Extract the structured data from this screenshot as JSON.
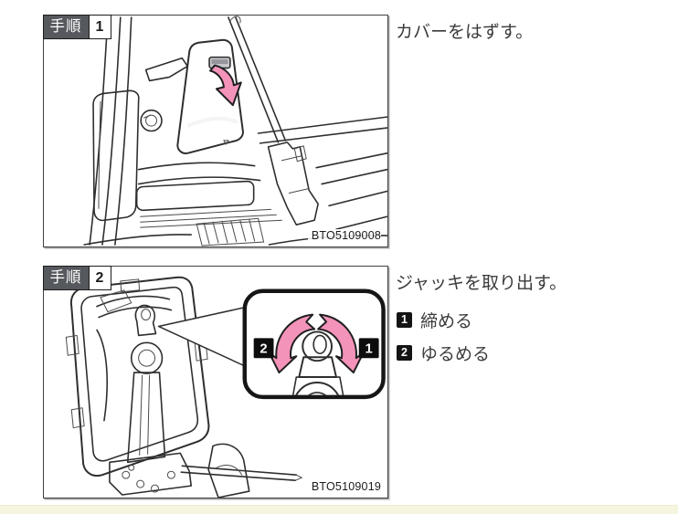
{
  "steps": [
    {
      "label": "手順",
      "number": "1",
      "caption": "カバーをはずす。",
      "image_code": "BTO5109008"
    },
    {
      "label": "手順",
      "number": "2",
      "caption": "ジャッキを取り出す。",
      "image_code": "BTO5109019",
      "legend": [
        {
          "number": "1",
          "text": "締める"
        },
        {
          "number": "2",
          "text": "ゆるめる"
        }
      ],
      "callout": {
        "left_badge": "2",
        "right_badge": "1"
      }
    }
  ],
  "icons": {
    "step1_arrow": "pink-down-curved-arrow",
    "callout_left_arrow": "pink-counterclockwise-ribbon-arrow",
    "callout_right_arrow": "pink-clockwise-ribbon-arrow"
  },
  "colors": {
    "accent_pink": "#f493ba",
    "step_tag_bg": "#55585c",
    "badge_bg": "#141414",
    "line": "#2e2e2e",
    "footer_bar": "#f5f5df",
    "text": "#3a3a3a"
  }
}
